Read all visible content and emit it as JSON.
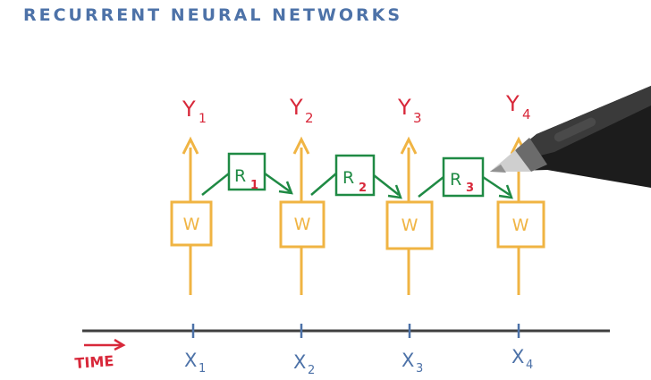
{
  "title": "RECURRENT NEURAL NETWORKS",
  "time_label": "TIME",
  "weight_label": "W",
  "outputs": [
    "Y",
    "Y",
    "Y",
    "Y"
  ],
  "output_subscripts": [
    "1",
    "2",
    "3",
    "4"
  ],
  "inputs": [
    "X",
    "X",
    "X",
    "X"
  ],
  "input_subscripts": [
    "1",
    "2",
    "3",
    "4"
  ],
  "recurrent_labels": [
    "R",
    "R",
    "R"
  ],
  "recurrent_subscripts": [
    "1",
    "2",
    "3"
  ],
  "colors": {
    "title": "#4d72a8",
    "output": "#d8283a",
    "input": "#4d72a8",
    "weight": "#f0b443",
    "recurrent": "#1f8a44",
    "timeline": "#3f3f3f",
    "time": "#d8283a"
  },
  "icons": [
    "stylus-pen-icon"
  ]
}
